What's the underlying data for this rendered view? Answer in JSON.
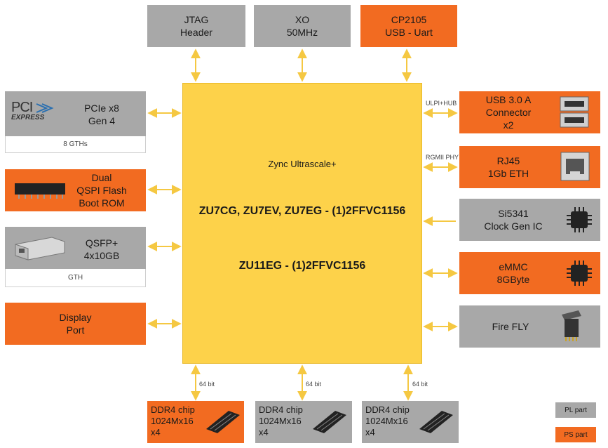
{
  "colors": {
    "pl": "#a8a8a8",
    "ps": "#f26b21",
    "fpga": "#fdd24a",
    "arrow": "#f5c842"
  },
  "top": {
    "jtag": "JTAG\nHeader",
    "xo": "XO\n50MHz",
    "cp2105": "CP2105\nUSB - Uart"
  },
  "left": {
    "pcie_logo_top": "PCI",
    "pcie_logo_bottom": "EXPRESS",
    "pcie": "PCIe x8\nGen 4",
    "pcie_sub": "8 GTHs",
    "qspi": "Dual\nQSPI Flash\nBoot ROM",
    "qsfp": "QSFP+\n4x10GB",
    "qsfp_sub": "GTH",
    "display": "Display\nPort"
  },
  "right": {
    "usb": "USB 3.0 A\nConnector\nx2",
    "usb_link": "ULPI+HUB",
    "rj45": "RJ45\n1Gb ETH",
    "rj45_link": "RGMII PHY",
    "si5341": "Si5341\nClock Gen IC",
    "emmc": "eMMC\n8GByte",
    "firefly": "Fire FLY"
  },
  "fpga": {
    "family": "Zync Ultrascale+",
    "parts1": "ZU7CG,  ZU7EV, ZU7EG - (1)2FFVC1156",
    "parts2": "ZU11EG - (1)2FFVC1156"
  },
  "bottom": {
    "bus": "64 bit",
    "ddr": "DDR4 chip\n1024Mx16\n    x4"
  },
  "legend": {
    "pl": "PL part",
    "ps": "PS part"
  }
}
